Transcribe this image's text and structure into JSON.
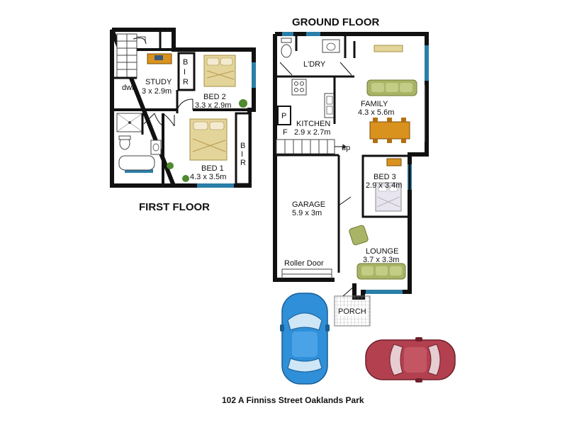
{
  "floor_titles": {
    "ground": "GROUND FLOOR",
    "first": "FIRST FLOOR"
  },
  "address": "102 A Finniss Street Oaklands Park",
  "rooms": {
    "study": {
      "name": "STUDY",
      "size": "3 x 2.9m"
    },
    "bed2": {
      "name": "BED 2",
      "size": "3.3 x 2.9m"
    },
    "bed1": {
      "name": "BED 1",
      "size": "4.3 x 3.5m"
    },
    "family": {
      "name": "FAMILY",
      "size": "4.3 x 5.6m"
    },
    "kitchen": {
      "name": "KITCHEN",
      "size": "2.9 x 2.7m"
    },
    "bed3": {
      "name": "BED 3",
      "size": "2.9 x 3.4m"
    },
    "garage": {
      "name": "GARAGE",
      "size": "5.9 x 3m"
    },
    "lounge": {
      "name": "LOUNGE",
      "size": "3.7 x 3.3m"
    },
    "laundry": {
      "name": "L'DRY"
    },
    "porch": {
      "name": "PORCH"
    }
  },
  "small_labels": {
    "bir_upper_b": "B",
    "bir_upper_i": "I",
    "bir_upper_r": "R",
    "bir_lower_b": "B",
    "bir_lower_i": "I",
    "bir_lower_r": "R",
    "dwn": "dwn",
    "up": "up",
    "pantry": "P",
    "fridge": "F",
    "roller_door": "Roller Door"
  },
  "colors": {
    "wall": "#111111",
    "window": "#2a7fa8",
    "bed": "#e3d49a",
    "sofa": "#a9b466",
    "table": "#d9921e",
    "plant": "#4f8a2e",
    "car_blue": "#2f8fd8",
    "car_red": "#b2404e"
  }
}
